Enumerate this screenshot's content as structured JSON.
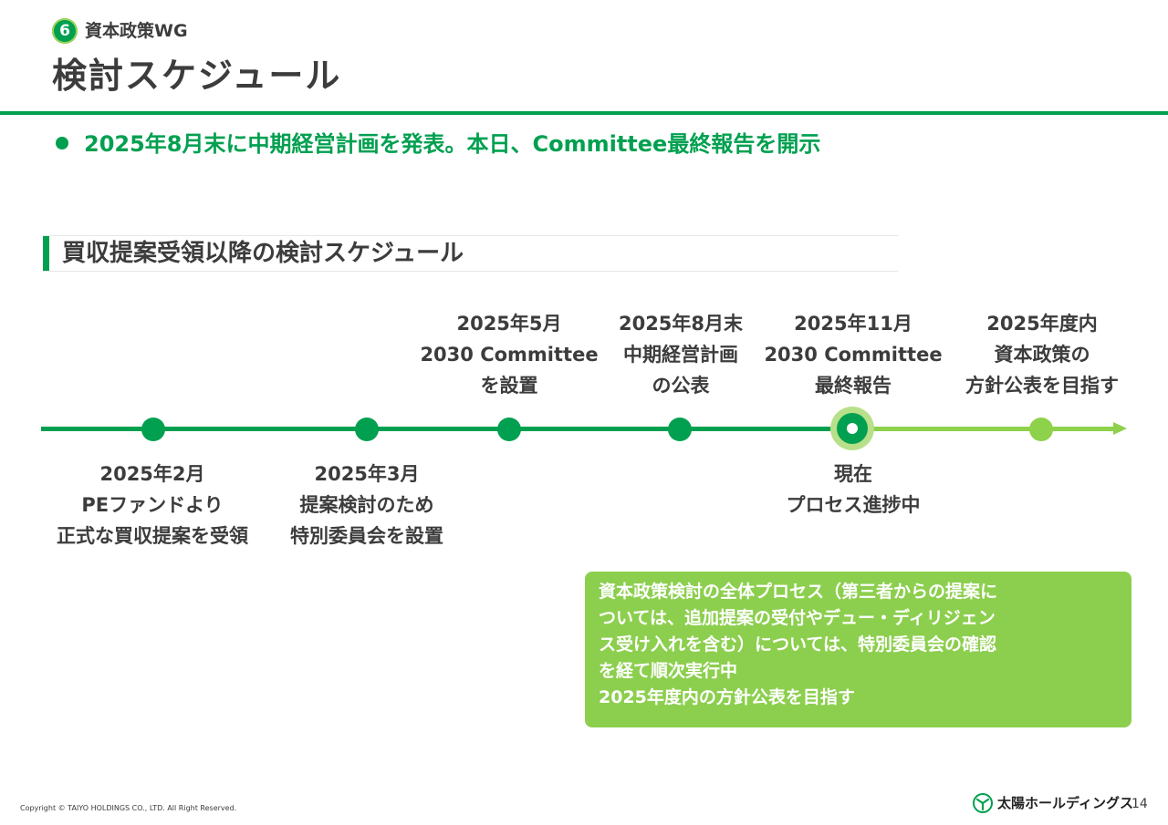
{
  "header": {
    "badge_number": "6",
    "wg_label": "資本政策WG",
    "title": "検討スケジュール"
  },
  "bullet": {
    "text": "2025年8月末に中期経営計画を発表。本日、Committee最終報告を開示"
  },
  "section": {
    "title": "買収提案受領以降の検討スケジュール"
  },
  "timeline": {
    "above": [
      {
        "lines": [
          "2025年5月",
          "2030 Committee",
          "を設置"
        ]
      },
      {
        "lines": [
          "2025年8月末",
          "中期経営計画",
          "の公表"
        ]
      },
      {
        "lines": [
          "2025年11月",
          "2030 Committee",
          "最終報告"
        ]
      },
      {
        "lines": [
          "2025年度内",
          "資本政策の",
          "方針公表を目指す"
        ]
      }
    ],
    "below": [
      {
        "lines": [
          "2025年2月",
          "PEファンドより",
          "正式な買収提案を受領"
        ]
      },
      {
        "lines": [
          "2025年3月",
          "提案検討のため",
          "特別委員会を設置"
        ]
      },
      {
        "lines": [
          "現在",
          "プロセス進捗中"
        ]
      }
    ],
    "colors": {
      "done": "#00a050",
      "future": "#8ed14b"
    }
  },
  "info_box": {
    "lines": [
      "資本政策検討の全体プロセス（第三者からの提案に",
      "ついては、追加提案の受付やデュー・ディリジェン",
      "ス受け入れを含む）については、特別委員会の確認",
      "を経て順次実行中",
      "2025年度内の方針公表を目指す"
    ]
  },
  "footer": {
    "copyright": "Copyright © TAIYO HOLDINGS CO., LTD.  All Right Reserved.",
    "company_name": "太陽ホールディングス",
    "page_number": "14"
  }
}
